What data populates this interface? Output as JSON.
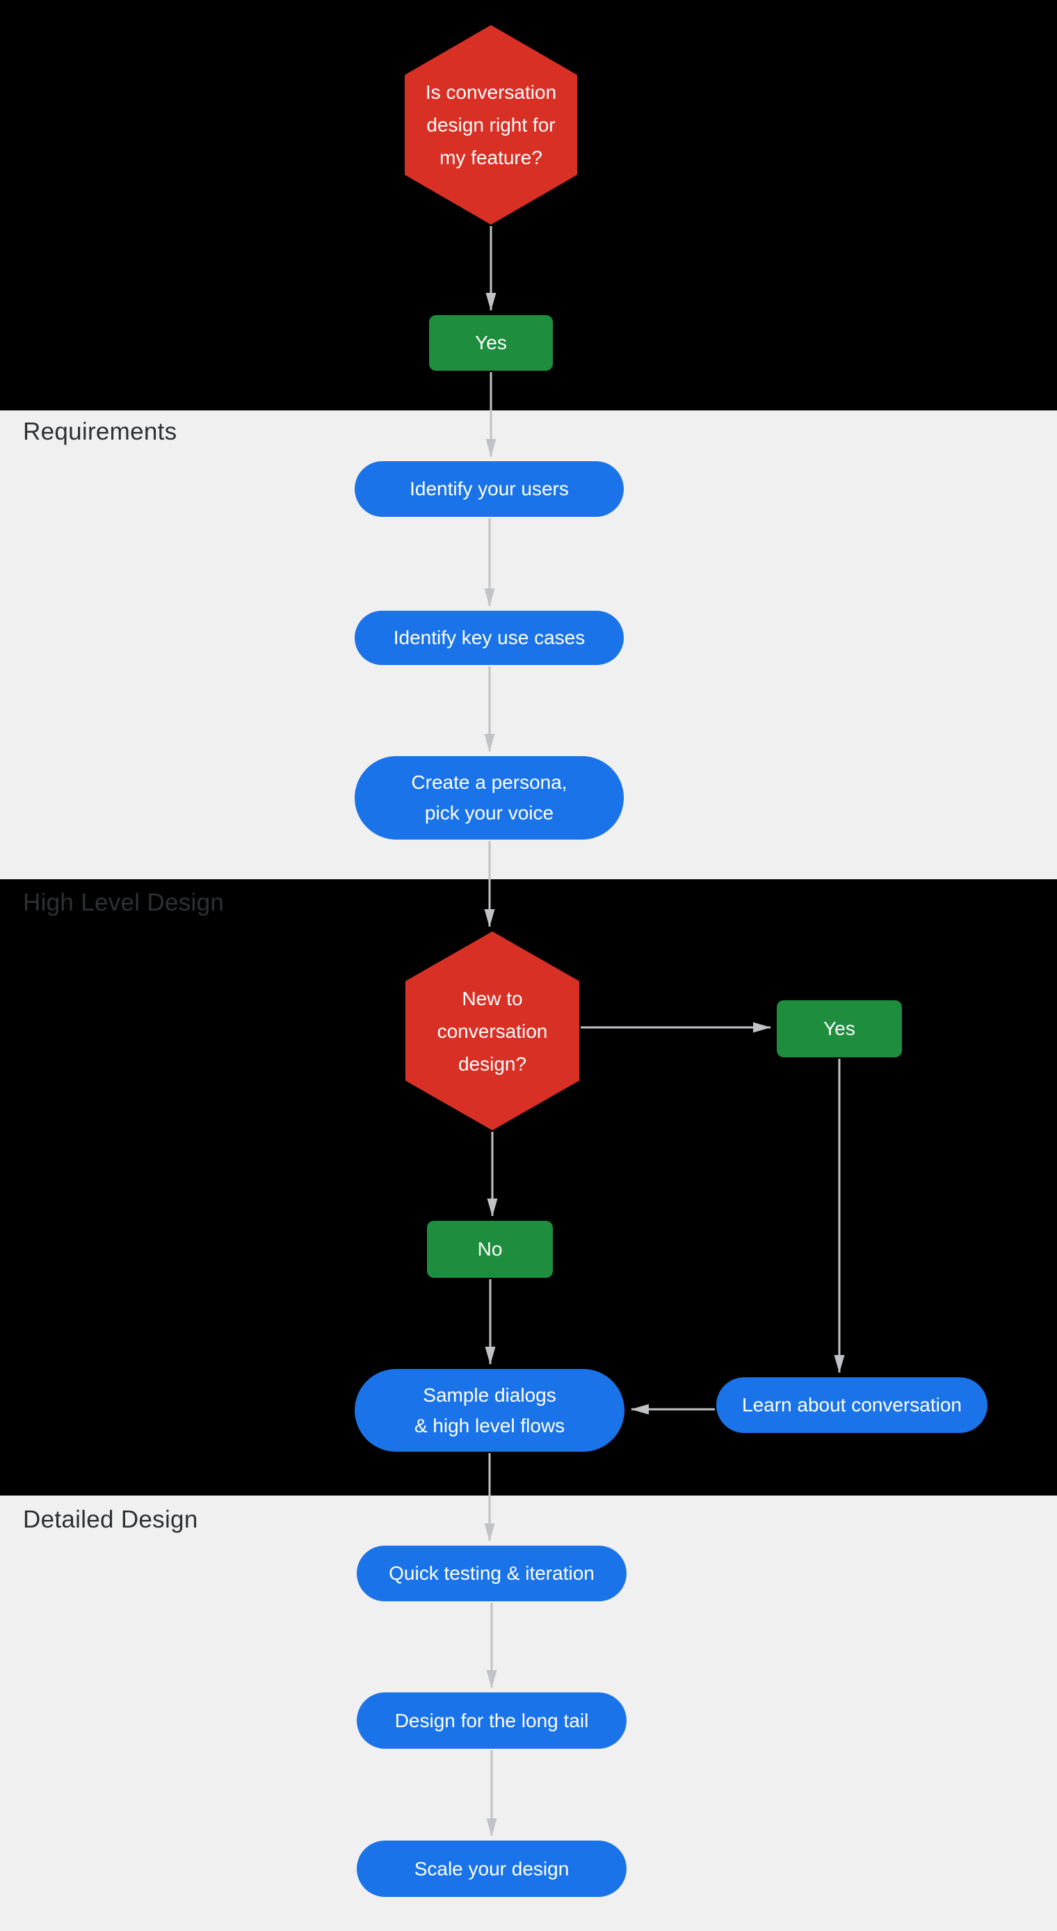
{
  "colors": {
    "red": "#d93025",
    "green": "#1e8e3e",
    "blue": "#1a73e8",
    "black": "#000000",
    "light": "#f0f0f0",
    "heading": "#2d3134",
    "arrow": "#c0c2c5",
    "border": "#dfe1e5"
  },
  "sections": {
    "requirements": {
      "label": "Requirements"
    },
    "high_level": {
      "label": "High Level Design"
    },
    "detailed": {
      "label": "Detailed Design"
    }
  },
  "flow": {
    "decision_start": {
      "lines": [
        "Is conversation",
        "design right for",
        "my feature?"
      ]
    },
    "yes_start": {
      "label": "Yes"
    },
    "identify_users": {
      "label": "Identify your users"
    },
    "identify_use_cases": {
      "label": "Identify key use cases"
    },
    "create_persona": {
      "lines": [
        "Create a persona,",
        "pick your voice"
      ]
    },
    "decision_new": {
      "lines": [
        "New to",
        "conversation",
        "design?"
      ]
    },
    "yes_new": {
      "label": "Yes"
    },
    "no_new": {
      "label": "No"
    },
    "sample_dialogs": {
      "lines": [
        "Sample dialogs",
        "& high level flows"
      ]
    },
    "learn_conversation": {
      "label": "Learn about conversation"
    },
    "quick_testing": {
      "label": "Quick testing & iteration"
    },
    "long_tail": {
      "label": "Design for the long tail"
    },
    "scale_design": {
      "label": "Scale your design"
    }
  }
}
